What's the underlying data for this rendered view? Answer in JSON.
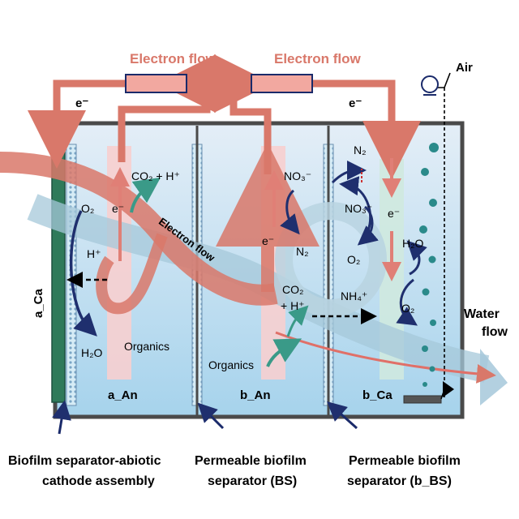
{
  "labels": {
    "electron_flow_left": "Electron flow",
    "electron_flow_right": "Electron flow",
    "electron_flow_diag": "Electron flow",
    "e_left": "e⁻",
    "e_right": "e⁻",
    "air": "Air",
    "a_ca": "a_Ca",
    "a_an": "a_An",
    "b_an": "b_An",
    "b_ca": "b_Ca",
    "o2_left": "O₂",
    "h_plus": "H⁺",
    "h2o_left": "H₂O",
    "e_aan": "e⁻",
    "co2_h": "CO₂ + H⁺",
    "organics_left": "Organics",
    "organics_mid": "Organics",
    "no3_mid": "NO₃⁻",
    "e_ban": "e⁻",
    "n2_mid": "N₂",
    "co2_mid": "CO₂",
    "h_mid": "+ H⁺",
    "n2_right": "N₂",
    "no3_right": "NO₃⁻",
    "e_bca": "e⁻",
    "o2_right1": "O₂",
    "h2o_right": "H₂O",
    "nh4": "NH₄⁺",
    "o2_right2": "O₂",
    "water": "Water",
    "flow": "flow",
    "cap1_l1": "Biofilm separator-abiotic",
    "cap1_l2": "cathode assembly",
    "cap2_l1": "Permeable biofilm",
    "cap2_l2": "separator (BS)",
    "cap3_l1": "Permeable biofilm",
    "cap3_l2": "separator (b_BS)"
  },
  "colors": {
    "tank_border": "#4a4a4a",
    "water_top": "#dbe8f4",
    "water_bottom": "#a9d4ec",
    "electron_red": "#d9786a",
    "resistor_fill": "#f2a8a0",
    "anode_pink": "#f7cfcf",
    "cathode_green": "#cfe9df",
    "cathode_plate": "#2f7a5a",
    "flow_blue": "#a6c8da",
    "arrow_dark": "#1f2f6e",
    "teal_arrow": "#3a9a88",
    "bubble": "#2a8a8a",
    "outflow_red": "#e07068"
  }
}
